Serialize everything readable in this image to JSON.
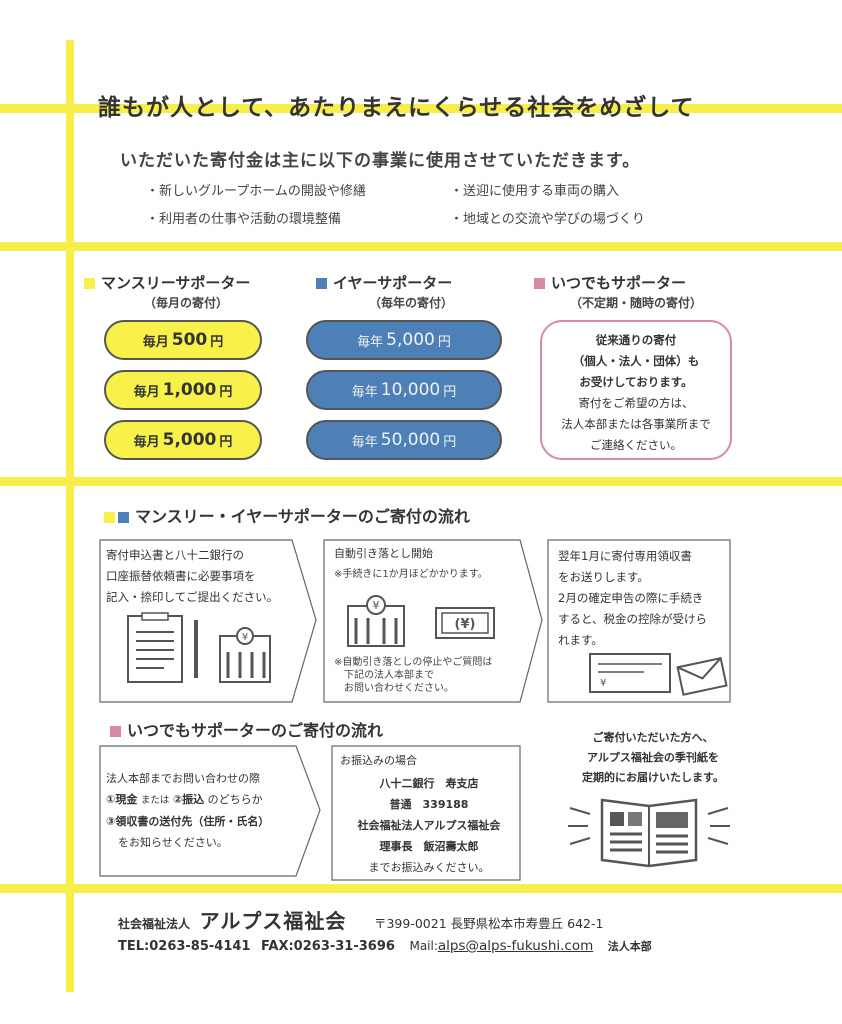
{
  "headline": "誰もが人として、あたりまえにくらせる社会をめざして",
  "subheadline": "いただいた寄付金は主に以下の事業に使用させていただきます。",
  "uses": [
    "・新しいグループホームの開設や修繕",
    "・送迎に使用する車両の購入",
    "・利用者の仕事や活動の環境整備",
    "・地域との交流や学びの場づくり"
  ],
  "plans": {
    "monthly": {
      "title": "マンスリーサポーター",
      "subtitle": "（毎月の寄付）",
      "amounts": [
        {
          "prefix": "毎月",
          "value": "500",
          "unit": "円"
        },
        {
          "prefix": "毎月",
          "value": "1,000",
          "unit": "円"
        },
        {
          "prefix": "毎月",
          "value": "5,000",
          "unit": "円"
        }
      ]
    },
    "yearly": {
      "title": "イヤーサポーター",
      "subtitle": "（毎年の寄付）",
      "amounts": [
        {
          "prefix": "毎年",
          "value": "5,000",
          "unit": "円"
        },
        {
          "prefix": "毎年",
          "value": "10,000",
          "unit": "円"
        },
        {
          "prefix": "毎年",
          "value": "50,000",
          "unit": "円"
        }
      ]
    },
    "anytime": {
      "title": "いつでもサポーター",
      "subtitle": "（不定期・随時の寄付）",
      "lines": [
        "従来通りの寄付",
        "（個人・法人・団体）も",
        "お受けしております。",
        "寄付をご希望の方は、",
        "法人本部または各事業所まで",
        "ご連絡ください。"
      ]
    }
  },
  "colors": {
    "yellow": "#f8f14a",
    "blue": "#4d80b6",
    "pink": "#d88aa0",
    "accent_line": "#f7ee4a"
  },
  "flow1": {
    "title": "マンスリー・イヤーサポーターのご寄付の流れ",
    "step1": [
      "寄付申込書と八十二銀行の",
      "口座振替依頼書に必要事項を",
      "記入・捺印してご提出ください。"
    ],
    "step2": {
      "title": "自動引き落とし開始",
      "note": "※手続きに1か月ほどかかります。",
      "icon_label": "¥",
      "footnote": [
        "※自動引き落としの停止やご質問は",
        "下記の法人本部まで",
        "お問い合わせください。"
      ]
    },
    "step3": [
      "翌年1月に寄付専用領収書",
      "をお送りします。",
      "2月の確定申告の際に手続き",
      "すると、税金の控除が受けら",
      "れます。"
    ]
  },
  "flow2": {
    "title": "いつでもサポーターのご寄付の流れ",
    "step1": {
      "line1": "法人本部までお問い合わせの際",
      "line2_a": "①現金",
      "line2_b": "または",
      "line2_c": "②振込",
      "line2_d": "のどちらか",
      "line3": "③領収書の送付先（住所・氏名）",
      "line4": "をお知らせください。"
    },
    "step2": {
      "title": "お振込みの場合",
      "lines": [
        "八十二銀行　寿支店",
        "普通　339188",
        "社会福祉法人アルプス福祉会",
        "理事長　飯沼壽太郎"
      ],
      "closing": "までお振込みください。"
    }
  },
  "newsletter": [
    "ご寄付いただいた方へ、",
    "アルプス福祉会の季刊紙を",
    "定期的にお届けいたします。"
  ],
  "footer": {
    "org_prefix": "社会福祉法人",
    "org_name": "アルプス福祉会",
    "address": "〒399-0021 長野県松本市寿豊丘 642-1",
    "tel": "TEL:0263-85-4141",
    "fax": "FAX:0263-31-3696",
    "mail_label": "Mail:",
    "mail": "alps@alps-fukushi.com",
    "office": "法人本部"
  }
}
